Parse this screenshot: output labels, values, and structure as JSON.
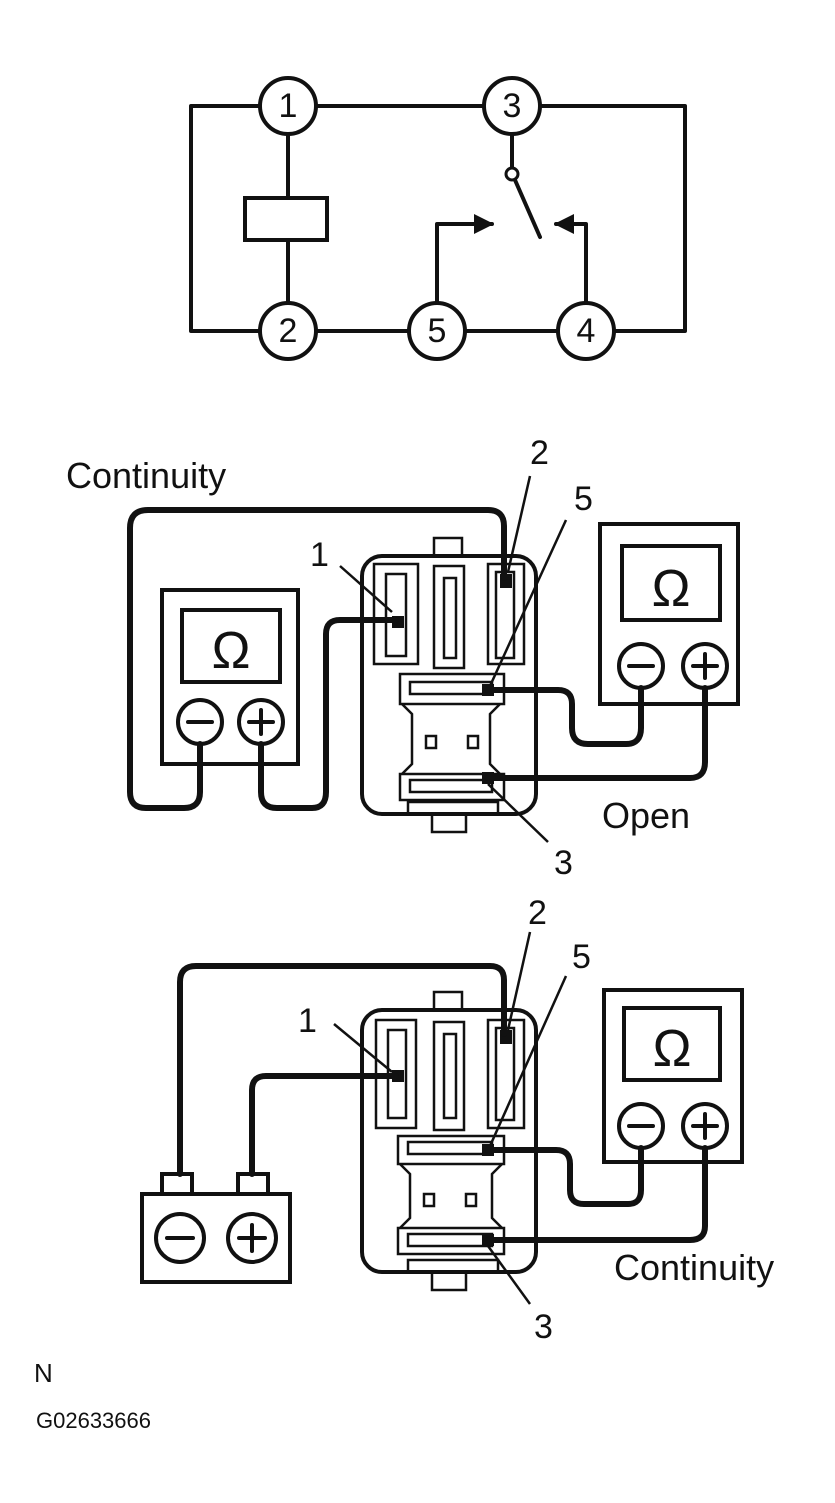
{
  "schematic": {
    "terminals": [
      "1",
      "2",
      "3",
      "4",
      "5"
    ]
  },
  "panel_check_1": {
    "label_continuity": "Continuity",
    "label_open": "Open",
    "meter_symbol": "Ω",
    "terminal_callouts": [
      "1",
      "2",
      "5",
      "3"
    ]
  },
  "panel_check_2": {
    "label_continuity": "Continuity",
    "meter_symbol": "Ω",
    "terminal_callouts": [
      "1",
      "2",
      "5",
      "3"
    ]
  },
  "footer": {
    "letter": "N",
    "figure_code": "G02633666"
  }
}
